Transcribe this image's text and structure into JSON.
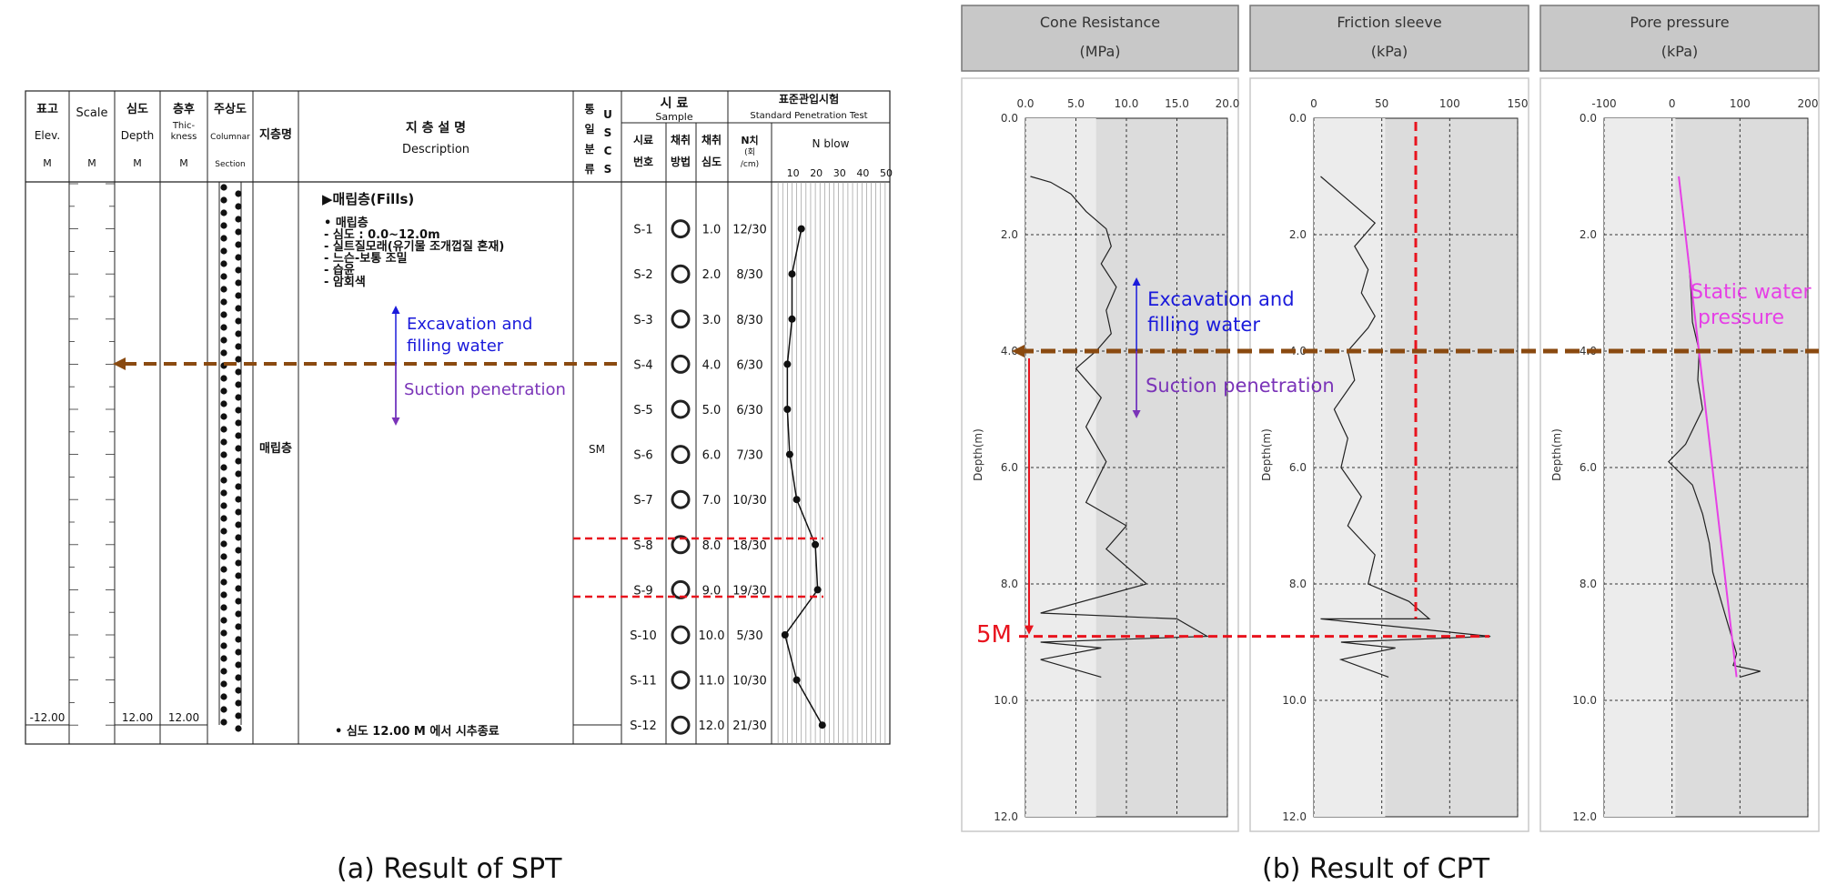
{
  "spt": {
    "header": {
      "elev": [
        "표고",
        "Elev.",
        "M"
      ],
      "scale": [
        "Scale",
        "M"
      ],
      "depth": [
        "심도",
        "Depth",
        "M"
      ],
      "thickness": [
        "층후",
        "Thic-",
        "kness",
        "M"
      ],
      "column": [
        "주상도",
        "Columnar",
        "Section"
      ],
      "stratum": "지층명",
      "desc_ko": "지 층 설 명",
      "desc_en": "Description",
      "uscs": [
        "통",
        "일",
        "분",
        "류",
        "U",
        "S",
        "C",
        "S"
      ],
      "sample_ko": "시 료",
      "sample_en": "Sample",
      "sample_no": [
        "시료",
        "번호"
      ],
      "sample_method": [
        "채취",
        "방법"
      ],
      "sample_depth": [
        "채취",
        "심도"
      ],
      "spt_ko": "표준관입시험",
      "spt_en": "Standard Penetration Test",
      "n_value": [
        "N치",
        "(회",
        "/cm)"
      ],
      "n_blow": "N    blow",
      "n_ticks": [
        "10",
        "20",
        "30",
        "40",
        "50"
      ]
    },
    "description": {
      "title": "▶매립층(Fills)",
      "lines": [
        "• 매립층",
        "- 심도 : 0.0~12.0m",
        "- 실트질모래(유기물 조개껍질 혼재)",
        "- 느슨-보통 조밀",
        "- 습윤",
        "- 암회색"
      ],
      "end_note": "• 심도 12.00 M 에서 시추종료"
    },
    "stratum_name": "매립층",
    "uscs_value": "SM",
    "bottom_elev": "-12.00",
    "bottom_depth": "12.00",
    "bottom_thickness": "12.00",
    "samples": [
      {
        "id": "S-1",
        "depth": "1.0",
        "n": "12/30",
        "blows": 12
      },
      {
        "id": "S-2",
        "depth": "2.0",
        "n": "8/30",
        "blows": 8
      },
      {
        "id": "S-3",
        "depth": "3.0",
        "n": "8/30",
        "blows": 8
      },
      {
        "id": "S-4",
        "depth": "4.0",
        "n": "6/30",
        "blows": 6
      },
      {
        "id": "S-5",
        "depth": "5.0",
        "n": "6/30",
        "blows": 6
      },
      {
        "id": "S-6",
        "depth": "6.0",
        "n": "7/30",
        "blows": 7
      },
      {
        "id": "S-7",
        "depth": "7.0",
        "n": "10/30",
        "blows": 10
      },
      {
        "id": "S-8",
        "depth": "8.0",
        "n": "18/30",
        "blows": 18
      },
      {
        "id": "S-9",
        "depth": "9.0",
        "n": "19/30",
        "blows": 19
      },
      {
        "id": "S-10",
        "depth": "10.0",
        "n": "5/30",
        "blows": 5
      },
      {
        "id": "S-11",
        "depth": "11.0",
        "n": "10/30",
        "blows": 10
      },
      {
        "id": "S-12",
        "depth": "12.0",
        "n": "21/30",
        "blows": 21
      }
    ],
    "annotations": {
      "excavation": "Excavation and\nfilling water",
      "suction": "Suction penetration"
    }
  },
  "cpt": {
    "annotations": {
      "excavation": "Excavation and\nfilling water",
      "suction": "Suction penetration",
      "static": "Static water\npressure",
      "five_m": "5M"
    },
    "depth_label": "Depth(m)"
  },
  "captions": {
    "a": "(a) Result of SPT",
    "b": "(b) Result of CPT"
  },
  "colors": {
    "brown": "#8a4a10",
    "red": "#e8141e",
    "blue": "#1a1adb",
    "purple": "#7a33b8",
    "magenta": "#e640e6",
    "header_gray": "#c8c8c8",
    "plot_gray": "#dcdcdc"
  },
  "chart_data": [
    {
      "type": "line",
      "title": "",
      "xlabel": "N blow",
      "ylabel": "",
      "xlim": [
        0,
        50
      ],
      "ylim": [
        0,
        12
      ],
      "series": [
        {
          "x": [
            12,
            8,
            8,
            6,
            6,
            7,
            10,
            18,
            19,
            5,
            10,
            21
          ],
          "y": [
            1,
            2,
            3,
            4,
            5,
            6,
            7,
            8,
            9,
            10,
            11,
            12
          ]
        }
      ]
    },
    {
      "type": "line",
      "title": "Cone Resistance",
      "xlabel": "(MPa)",
      "ylabel": "Depth(m)",
      "xlim": [
        0,
        20
      ],
      "ylim": [
        0,
        12
      ],
      "x_ticks": [
        "0.0",
        "5.0",
        "10.0",
        "15.0",
        "20.0"
      ],
      "y_ticks": [
        "0.0",
        "2.0",
        "4.0",
        "6.0",
        "8.0",
        "10.0",
        "12.0"
      ],
      "series": [
        {
          "x": [
            0.5,
            2.5,
            4.5,
            6.0,
            8.0,
            8.5,
            7.5,
            9.0,
            8.0,
            8.5,
            7.0,
            5.0,
            7.5,
            6.0,
            8.0,
            6.0,
            10.0,
            8.0,
            12.0,
            1.5,
            15.0,
            18.0,
            1.5,
            7.5,
            1.5,
            7.5
          ],
          "y": [
            1.0,
            1.1,
            1.3,
            1.6,
            1.9,
            2.2,
            2.5,
            2.9,
            3.3,
            3.7,
            4.0,
            4.3,
            4.8,
            5.3,
            5.9,
            6.6,
            7.0,
            7.4,
            8.0,
            8.5,
            8.6,
            8.9,
            9.0,
            9.1,
            9.3,
            9.6
          ]
        }
      ]
    },
    {
      "type": "line",
      "title": "Friction sleeve",
      "xlabel": "(kPa)",
      "ylabel": "Depth(m)",
      "xlim": [
        0,
        150
      ],
      "ylim": [
        0,
        12
      ],
      "x_ticks": [
        "0",
        "50",
        "100",
        "150"
      ],
      "y_ticks": [
        "0.0",
        "2.0",
        "4.0",
        "6.0",
        "8.0",
        "10.0",
        "12.0"
      ],
      "series": [
        {
          "x": [
            5,
            20,
            35,
            45,
            30,
            40,
            35,
            45,
            40,
            25,
            30,
            15,
            25,
            20,
            35,
            25,
            45,
            40,
            70,
            85,
            5,
            130,
            20,
            60,
            20,
            55
          ],
          "y": [
            1.0,
            1.3,
            1.6,
            1.8,
            2.2,
            2.6,
            3.0,
            3.4,
            3.6,
            4.0,
            4.5,
            5.0,
            5.5,
            6.0,
            6.5,
            7.0,
            7.5,
            8.0,
            8.3,
            8.6,
            8.6,
            8.9,
            9.0,
            9.1,
            9.3,
            9.6
          ]
        }
      ]
    },
    {
      "type": "line",
      "title": "Pore pressure",
      "xlabel": "(kPa)",
      "ylabel": "Depth(m)",
      "xlim": [
        -100,
        200
      ],
      "ylim": [
        0,
        12
      ],
      "x_ticks": [
        "-100",
        "0",
        "100",
        "200"
      ],
      "y_ticks": [
        "0.0",
        "2.0",
        "4.0",
        "6.0",
        "8.0",
        "10.0",
        "12.0"
      ],
      "series": [
        {
          "x": [
            10,
            15,
            20,
            25,
            28,
            30,
            40,
            38,
            45,
            20,
            -5,
            30,
            45,
            55,
            60,
            70,
            80,
            90,
            95,
            90,
            130,
            100
          ],
          "y": [
            1.0,
            1.5,
            2.0,
            2.5,
            3.0,
            3.5,
            4.0,
            4.5,
            5.0,
            5.6,
            5.9,
            6.3,
            6.8,
            7.3,
            7.8,
            8.2,
            8.6,
            9.0,
            9.2,
            9.4,
            9.5,
            9.6
          ]
        },
        {
          "name": "Static water pressure",
          "x": [
            10,
            95
          ],
          "y": [
            1.0,
            9.6
          ]
        }
      ]
    }
  ]
}
